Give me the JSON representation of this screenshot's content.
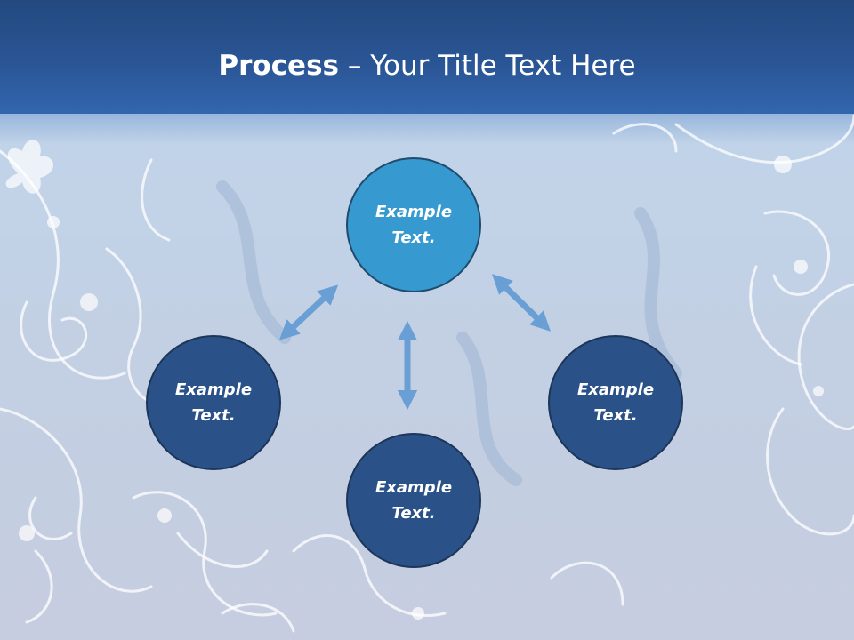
{
  "title": {
    "bold": "Process",
    "rest": " – Your Title Text Here"
  },
  "nodes": [
    {
      "label_line1": "Example",
      "label_line2": "Text."
    },
    {
      "label_line1": "Example",
      "label_line2": "Text."
    },
    {
      "label_line1": "Example",
      "label_line2": "Text."
    },
    {
      "label_line1": "Example",
      "label_line2": "Text."
    }
  ],
  "colors": {
    "header": "#2a5595",
    "node_top": "#3699cf",
    "node_other": "#2a5289",
    "arrow": "#6a9fd6"
  }
}
